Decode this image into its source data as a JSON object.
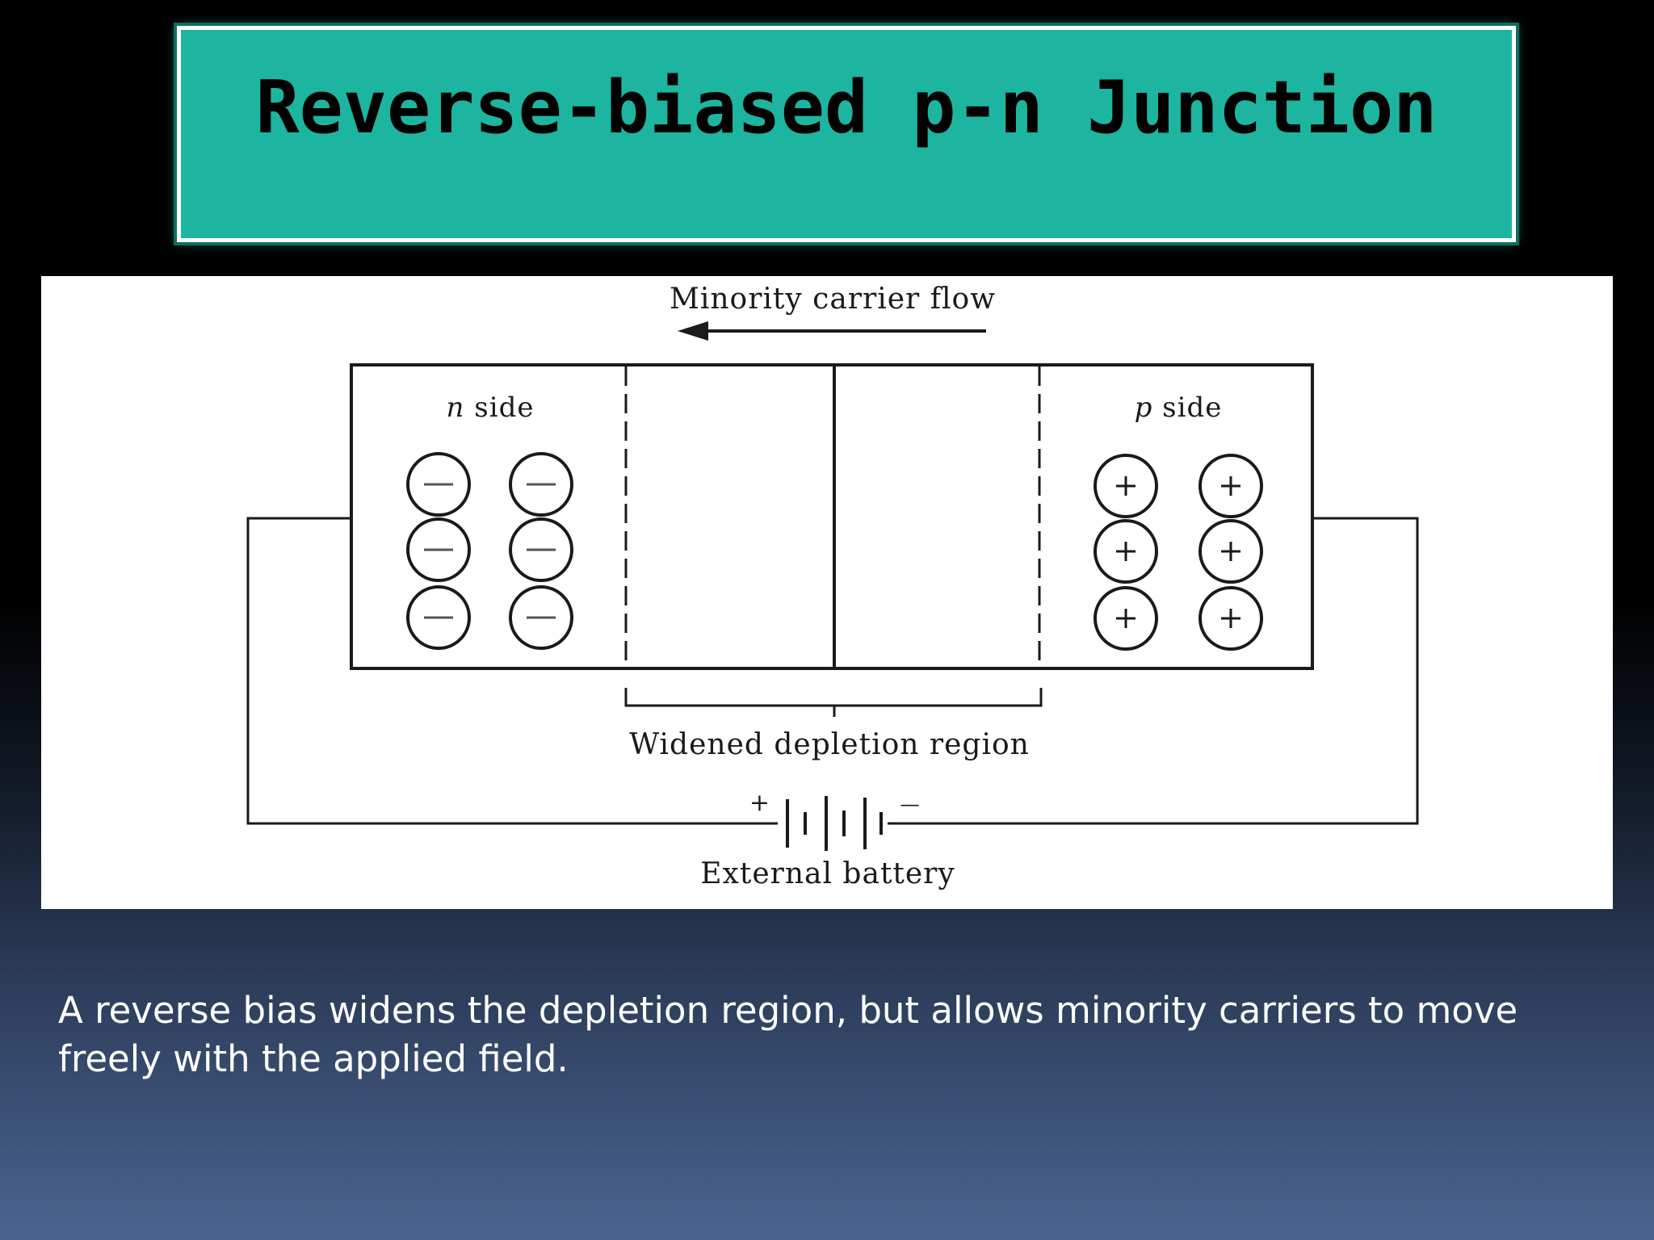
{
  "slide": {
    "title": "Reverse-biased p-n Junction",
    "caption": "A reverse bias widens the depletion region, but allows minority carriers to move freely with the applied field."
  },
  "diagram": {
    "flow_label": "Minority carrier flow",
    "n_side_italic": "n",
    "n_side_word": " side",
    "p_side_italic": "p",
    "p_side_word": " side",
    "depletion_label": "Widened depletion region",
    "battery_label": "External battery",
    "battery_plus": "+",
    "battery_minus": "—",
    "n_ion_glyph": "−",
    "p_ion_glyph": "+"
  },
  "colors": {
    "title_bg": "#1db5a0",
    "title_border": "#ffffff",
    "diagram_bg": "#ffffff",
    "line": "#1a1a1a"
  }
}
